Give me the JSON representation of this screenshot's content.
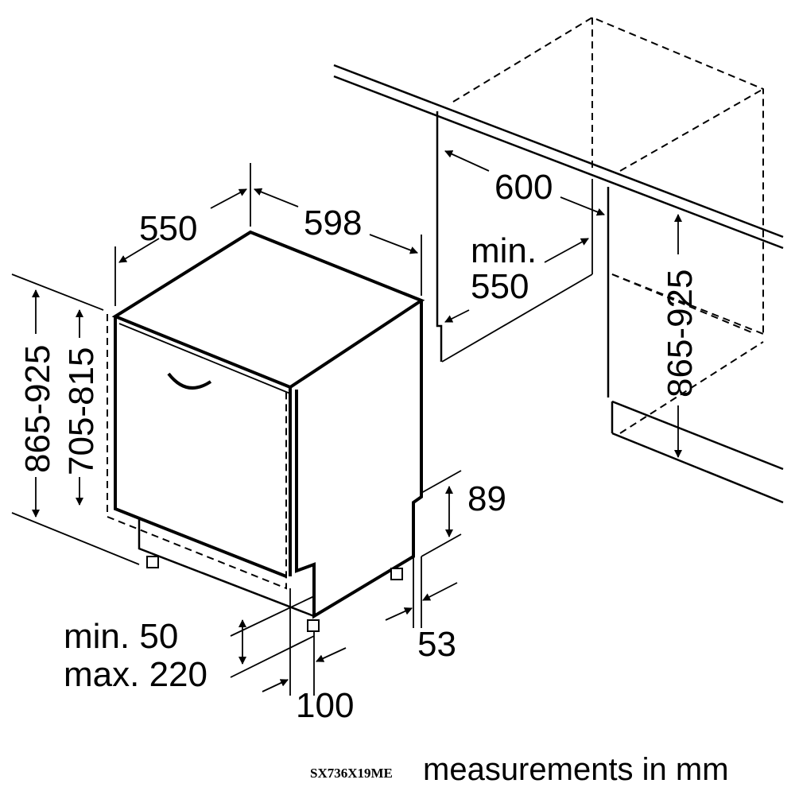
{
  "dimensions": {
    "depth": "550",
    "width": "598",
    "niche_width": "600",
    "niche_depth_min_label": "min.",
    "niche_depth_min_value": "550",
    "niche_height": "865-925",
    "appliance_height": "865-925",
    "door_height": "705-815",
    "plinth_height": "89",
    "plinth_recess": "53",
    "plinth_min": "min. 50",
    "plinth_max": "max. 220",
    "plinth_depth": "100"
  },
  "footer": {
    "model": "SX736X19ME",
    "caption": "measurements in mm"
  }
}
